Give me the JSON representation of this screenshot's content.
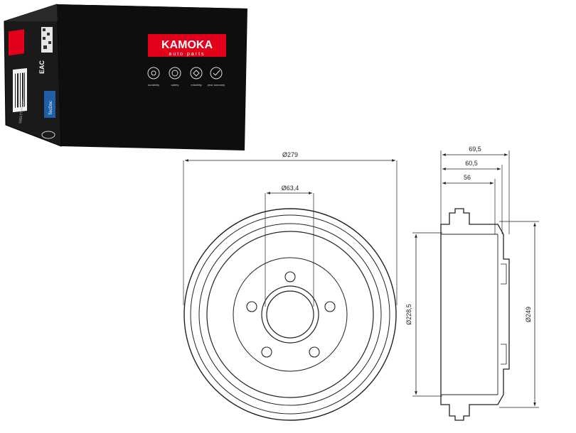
{
  "brand": {
    "name": "KAMOKA",
    "tagline": "auto parts",
    "logo_color": "#e3001b",
    "box_color": "#111111"
  },
  "box": {
    "features": [
      {
        "icon": "durability-icon",
        "label": "durability"
      },
      {
        "icon": "safety-icon",
        "label": "safety"
      },
      {
        "icon": "reliability-icon",
        "label": "reliability"
      },
      {
        "icon": "warranty-icon",
        "label": "year warranty"
      }
    ],
    "side_marks": {
      "eac": "EAC",
      "tecdoc": "TecDoc",
      "barcode_number": "5901779649161"
    }
  },
  "drawing": {
    "front_view": {
      "outer_diameter": "Ø279",
      "hub_diameter": "Ø63,4"
    },
    "side_view": {
      "total_width": "69,5",
      "mid_width": "60,5",
      "inner_width": "56",
      "inner_diameter": "Ø228,5",
      "outer_diameter": "Ø249"
    }
  }
}
